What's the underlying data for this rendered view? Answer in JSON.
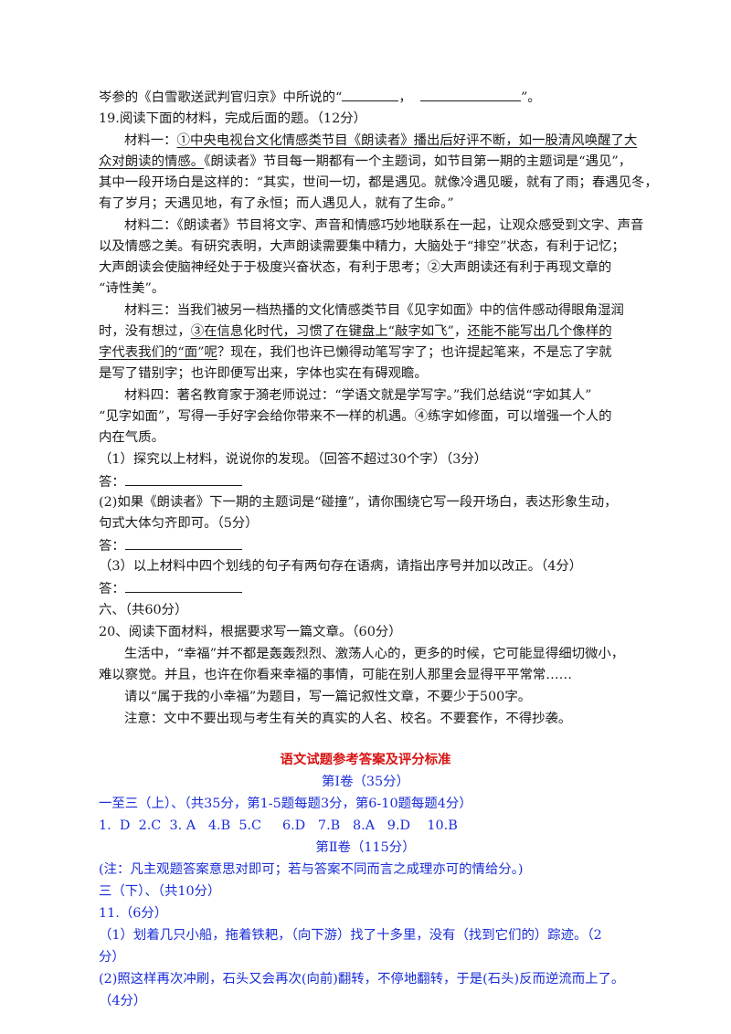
{
  "q18_tail": {
    "text": "岑参的《白雪歌送武判官归京》中所说的“",
    "sep": "，",
    "end": "”。"
  },
  "q19": {
    "heading": "19.阅读下面的材料，完成后面的题。（12分）",
    "m1": {
      "line1_pre": "材料一：",
      "line1_u": "①中央电视台文化情感类节目《朗读者》播出后好评不断，如一股清风唤醒了大",
      "line2_u": "众对朗读的情感。",
      "line2_rest": "《朗读者》节目每一期都有一个主题词，如节目第一期的主题词是“遇见”，",
      "line3": "其中一段开场白是这样的：“其实，世间一切，都是遇见。就像冷遇见暖，就有了雨；春遇见冬，",
      "line4": "有了岁月；天遇见地，有了永恒；而人遇见人，就有了生命。”"
    },
    "m2": {
      "line1": "材料二：《朗读者》节目将文字、声音和情感巧妙地联系在一起，让观众感受到文字、声音",
      "line2": "以及情感之美。有研究表明，大声朗读需要集中精力，大脑处于“排空”状态，有利于记忆；",
      "line3": "大声朗读会使脑神经处于于极度兴奋状态，有利于思考；②大声朗读还有利于再现文章的",
      "line4": "“诗性美”。"
    },
    "m3": {
      "line1": "材料三：当我们被另一档热播的文化情感类节目《见字如面》中的信件感动得眼角湿润",
      "line2_pre": "时，没有想过，",
      "line2_u1": "③在信息化时代，习惯了在键盘上“敲字如飞”",
      "line2_mid": "，",
      "line2_u2": "还能不能写出几个像样的",
      "line3_u": "字代表我们的“面”呢",
      "line3_rest": "？现在，我们也许已懒得动笔写字了；也许提起笔来，不是忘了字就",
      "line4": "是写了错别字；也许即便写出来，字体也实在有碍观瞻。"
    },
    "m4": {
      "line1": "材料四：著名教育家于漪老师说过：“学语文就是学写字。”我们总结说“字如其人”",
      "line2": "“见字如面”，写得一手好字会给你带来不一样的机遇。④练字如修面，可以增强一个人的",
      "line3": "内在气质。"
    },
    "sub1": "（1）探究以上材料，说说你的发现。（回答不超过30个字）（3分）",
    "sub2_line1": "(2)如果《朗读者》下一期的主题词是“碰撞”，请你围绕它写一段开场白，表达形象生动，",
    "sub2_line2": "句式大体匀齐即可。（5分）",
    "sub3": "（3）以上材料中四个划线的句子有两句存在语病，请指出序号并加以改正。（4分）",
    "answer_label": "答："
  },
  "section6": {
    "heading": "六、（共60分）",
    "q20": "20、阅读下面材料，根据要求写一篇文章。（60分）",
    "p1_line1": "生活中，“幸福”并不都是轰轰烈烈、激荡人心的，更多的时候，它可能显得细切微小，",
    "p1_line2": "难以察觉。并且，也许在你看来幸福的事情，可能在别人那里会显得平平常常……",
    "p2": "请以“属于我的小幸福”为题目，写一篇记叙性文章，不要少于500字。",
    "p3": "注意：文中不要出现与考生有关的真实的人名、校名。不要套作，不得抄袭。"
  },
  "answers": {
    "title": "语文试题参考答案及评分标准",
    "vol1": "第Ⅰ卷（35分）",
    "part1": "一至三（上）、（共35分，第1-5题每题3分，第6-10题每题4分）",
    "keys": "1.  D  2.C  3. A   4.B  5.C     6.D   7.B   8.A   9.D    10.B",
    "vol2": "第Ⅱ卷（115分）",
    "note": "(注：凡主观题答案意思对即可；若与答案不同而言之成理亦可的情给分。)",
    "part3": "三（下）、（共10分）",
    "q11": "11.（6分）",
    "a1_line1": "（1）划着几只小船，拖着铁耙，（向下游）找了十多里，没有（找到它们的）踪迹。（2",
    "a1_line2": "分）",
    "a2_line1": "(2)照这样再次冲刷，石头又会再次(向前)翻转，不停地翻转，于是(石头)反而逆流而上了。",
    "a2_line2": "（4分）"
  },
  "colors": {
    "text": "#1a1a1a",
    "answer_blue": "#1a2dd8",
    "title_red": "#d81414"
  }
}
